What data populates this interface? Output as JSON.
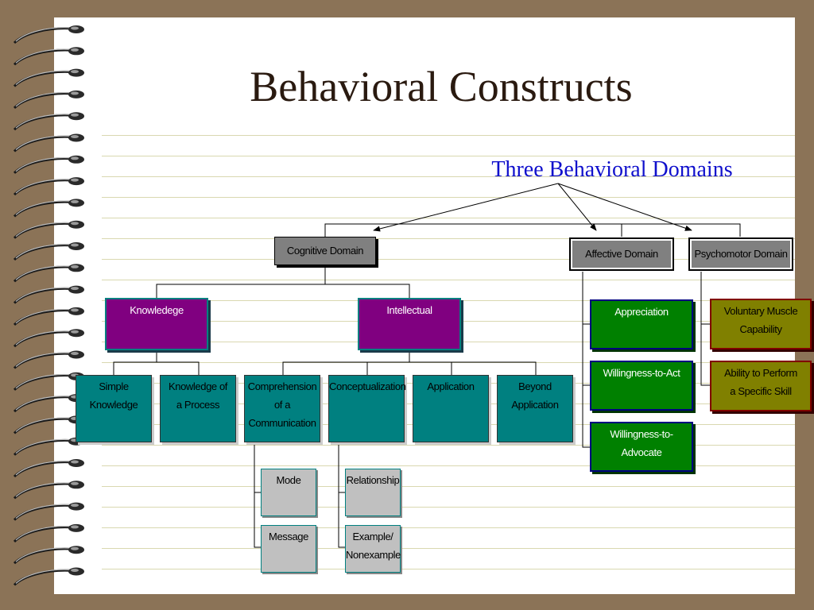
{
  "slide": {
    "title": "Behavioral Constructs",
    "subtitle": "Three Behavioral Domains"
  },
  "nodes": {
    "cognitive": "Cognitive Domain",
    "affective": "Affective Domain",
    "psychomotor": "Psychomotor Domain",
    "knowledge": "Knowledege",
    "intellectual": "Intellectual",
    "simple_knowledge": [
      "Simple",
      "Knowledge"
    ],
    "knowledge_process": [
      "Knowledge of",
      "a Process"
    ],
    "comprehension": [
      "Comprehension",
      "of a",
      "Communication"
    ],
    "conceptualization": "Conceptualization",
    "application": "Application",
    "beyond_application": [
      "Beyond",
      "Application"
    ],
    "mode": "Mode",
    "message": "Message",
    "relationship": "Relationship",
    "example": [
      "Example/",
      "Nonexample"
    ],
    "appreciation": "Appreciation",
    "willingness_act": "Willingness-to-Act",
    "willingness_advocate": "Willingness-to-Advocate",
    "voluntary_muscle": [
      "Voluntary Muscle",
      "Capability"
    ],
    "ability_perform": [
      "Ability to Perform",
      "a Specific Skill"
    ]
  },
  "colors": {
    "domain_box": "#808080",
    "knowledge_box": "#800080",
    "level_box": "#008080",
    "affective_box": "#008000",
    "psychomotor_box": "#808000",
    "leaf_box": "#c0c0c0",
    "subtitle": "#1010cc"
  }
}
